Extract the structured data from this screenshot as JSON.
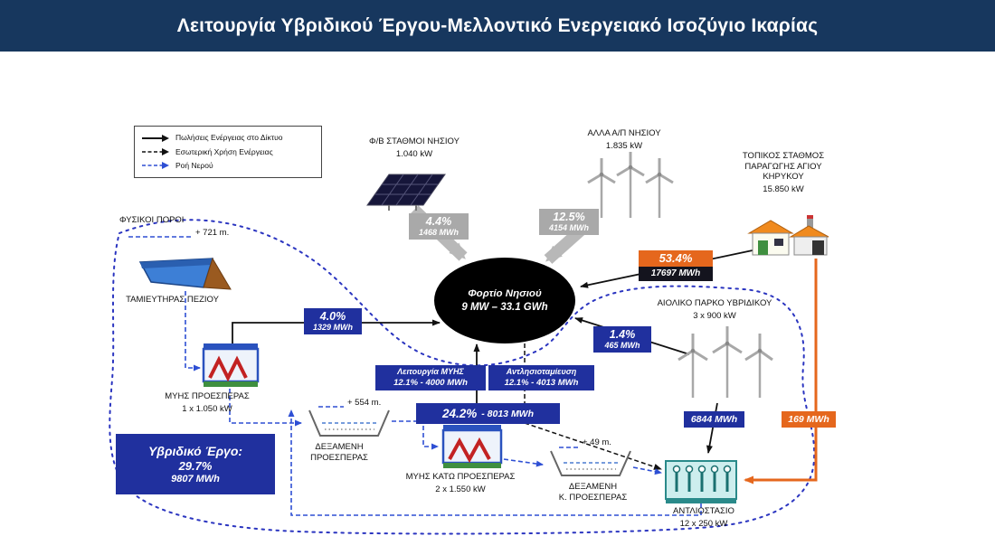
{
  "header": {
    "title": "Λειτουργία Υβριδικού Έργου-Μελλοντικό Ενεργειακό Ισοζύγιο Ικαρίας"
  },
  "legend": {
    "items": [
      {
        "label": "Πωλήσεις Ενέργειας στο Δίκτυο",
        "style": "solid-black-arrow"
      },
      {
        "label": "Εσωτερική Χρήση Ενέργειας",
        "style": "dashed-black-arrow"
      },
      {
        "label": "Ροή Νερού",
        "style": "dashed-blue-arrow"
      }
    ]
  },
  "nodes": {
    "pv": {
      "name": "Φ/Β ΣΤΑΘΜΟΙ ΝΗΣΙΟΥ",
      "capacity": "1.040 kW"
    },
    "island_wind": {
      "name": "ΑΛΛΑ Α/Π ΝΗΣΙΟΥ",
      "capacity": "1.835 kW"
    },
    "local_station": {
      "name": "ΤΟΠΙΚΟΣ ΣΤΑΘΜΟΣ ΠΑΡΑΓΩΓΗΣ ΑΓΙΟΥ ΚΗΡΥΚΟΥ",
      "capacity": "15.850 kW"
    },
    "island_load": {
      "name": "Φορτίο Νησιού",
      "value": "9 MW – 33.1 GWh"
    },
    "hybrid_wind": {
      "name": "ΑΙΟΛΙΚΟ ΠΑΡΚΟ ΥΒΡΙΔΙΚΟΥ",
      "capacity": "3 x 900 kW"
    },
    "natural_resources": {
      "label": "ΦΥΣΙΚΟΙ ΠΟΡΟΙ"
    },
    "reservoir": {
      "name": "ΤΑΜΙΕΥΤΗΡΑΣ ΠΕΖΙΟΥ",
      "head": "+ 721 m."
    },
    "upper_hydro": {
      "name": "ΜΥΗΣ ΠΡΟΕΣΠΕΡΑΣ",
      "capacity": "1 x 1.050 kW"
    },
    "upper_tank": {
      "line1": "ΔΕΞΑΜΕΝΗ",
      "line2": "ΠΡΟΕΣΠΕΡΑΣ",
      "head": "+ 554 m."
    },
    "lower_hydro": {
      "name": "ΜΥΗΣ ΚΑΤΩ ΠΡΟΕΣΠΕΡΑΣ",
      "capacity": "2 x 1.550 kW"
    },
    "lower_tank": {
      "line1": "ΔΕΞΑΜΕΝΗ",
      "line2": "Κ. ΠΡΟΕΣΠΕΡΑΣ",
      "head": "+ 49 m."
    },
    "pump_station": {
      "name": "ΑΝΤΛΙΟΣΤΑΣΙΟ",
      "capacity": "12 x 250 kW"
    }
  },
  "flows": {
    "pv_to_load": {
      "percent": "4.4%",
      "energy": "1468 MWh"
    },
    "island_wind_to_load": {
      "percent": "12.5%",
      "energy": "4154 MWh"
    },
    "station_to_load": {
      "percent": "53.4%",
      "energy": "17697 MWh"
    },
    "upper_hydro_to_load": {
      "percent": "4.0%",
      "energy": "1329 MWh"
    },
    "hybrid_wind_to_load": {
      "percent": "1.4%",
      "energy": "465 MWh"
    },
    "hydro_operation": {
      "label": "Λειτουργία ΜΥΗΣ",
      "value": "12.1% - 4000 MWh"
    },
    "pumping": {
      "label": "Αντλησιοταμίευση",
      "value": "12.1% - 4013 MWh"
    },
    "lower_hydro_to_load": {
      "percent": "24.2%",
      "energy": "- 8013 MWh"
    },
    "hybrid_wind_to_pump": {
      "energy": "6844 MWh"
    },
    "station_to_pump": {
      "energy": "169 MWh"
    }
  },
  "summary": {
    "title": "Υβριδικό Έργο:",
    "percent": "29.7%",
    "energy": "9807 MWh"
  },
  "colors": {
    "header_bg": "#17375e",
    "accent_blue": "#20309e",
    "accent_orange": "#e5671d",
    "flow_gray": "#a9a9a9",
    "water_blue": "#2e4fd4",
    "boundary_blue": "#2b35c0"
  }
}
